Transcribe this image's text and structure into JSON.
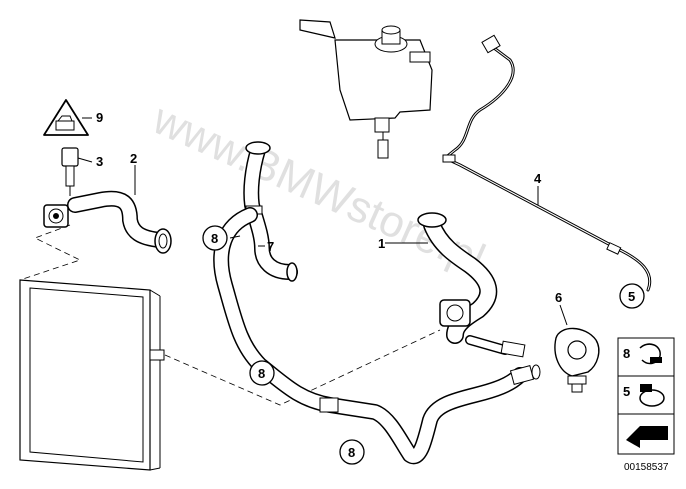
{
  "callouts": {
    "c1": "1",
    "c2": "2",
    "c3": "3",
    "c4": "4",
    "c5": "5",
    "c6": "6",
    "c7": "7",
    "c8": "8",
    "c9": "9",
    "circle_8a": "8",
    "circle_8b": "8",
    "circle_8c": "8",
    "circle_5": "5"
  },
  "legend": {
    "item_8": "8",
    "item_5": "5"
  },
  "watermark": "www.BMWstore.pl",
  "diagram_code": "00158537"
}
